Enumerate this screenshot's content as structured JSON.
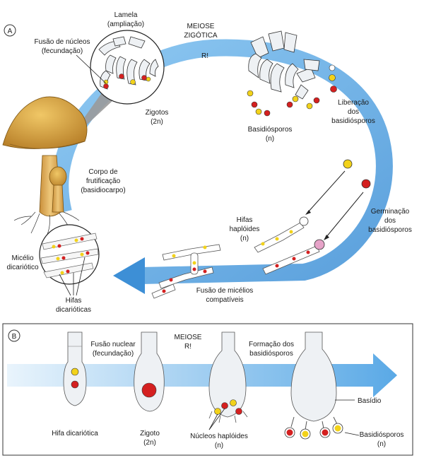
{
  "panel_a": {
    "letter": "A",
    "labels": {
      "lamela": [
        "Lamela",
        "(ampliação)"
      ],
      "fusao_nucleos": [
        "Fusão de núcleos",
        "(fecundação)"
      ],
      "meiose": [
        "MEIOSE",
        "ZIGÓTICA"
      ],
      "r": "R!",
      "zigotos": [
        "Zigotos",
        "(2n)"
      ],
      "basidiosporos": [
        "Basidiósporos",
        "(n)"
      ],
      "liberacao": [
        "Liberação",
        "dos",
        "basidiósporos"
      ],
      "corpo": [
        "Corpo de",
        "frutificação",
        "(basidiocarpo)"
      ],
      "germinacao": [
        "Germinação",
        "dos",
        "basidiósporos"
      ],
      "hifas_haploides": [
        "Hifas",
        "haplóides",
        "(n)"
      ],
      "micelio": [
        "Micélio",
        "dicariótico"
      ],
      "hifas_dicarioticas": [
        "Hifas",
        "dicarióticas"
      ],
      "fusao_micelios": [
        "Fusão de micélios",
        "compatíveis"
      ]
    }
  },
  "panel_b": {
    "letter": "B",
    "labels": {
      "fusao_nuclear": [
        "Fusão nuclear",
        "(fecundação)"
      ],
      "meiose": [
        "MEIOSE",
        "R!"
      ],
      "formacao": [
        "Formação dos",
        "basidiósporos"
      ],
      "hifa_dicariotica": "Hifa dicariótica",
      "zigoto": [
        "Zigoto",
        "(2n)"
      ],
      "nucleos_haploides": [
        "Núcleos haplóides",
        "(n)"
      ],
      "basidio": "Basídio",
      "basidiosporos": [
        "Basidiósporos",
        "(n)"
      ]
    }
  },
  "colors": {
    "arrow_blue": "#5aa9e6",
    "arrow_light": "#bfe0f7",
    "nucleus_yellow": "#f2d21a",
    "nucleus_red": "#d42020",
    "mushroom_cap": "#d9a441",
    "mushroom_stem": "#e8c070",
    "pink_cell": "#e6a3c8"
  }
}
